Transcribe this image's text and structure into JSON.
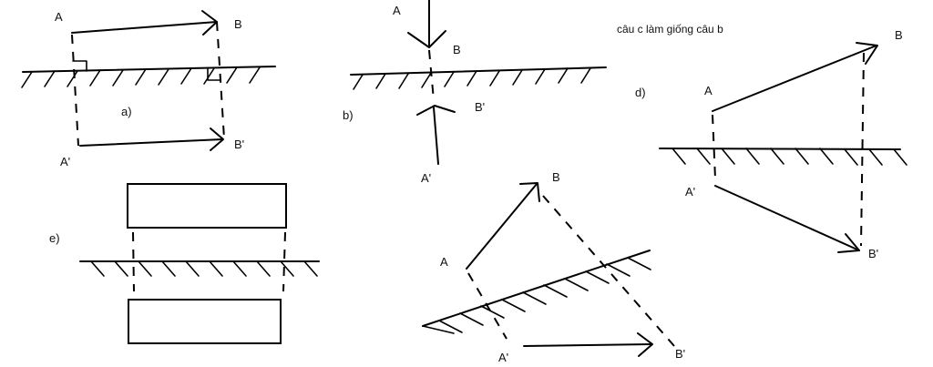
{
  "note": "câu c làm giống câu b",
  "parts": {
    "a": {
      "label": "a)",
      "A": "A",
      "B": "B",
      "A_img": "A'",
      "B_img": "B'"
    },
    "b": {
      "label": "b)",
      "A": "A",
      "B": "B",
      "A_img": "A'",
      "B_img": "B'"
    },
    "c": {
      "A": "A",
      "B": "B",
      "A_img": "A'",
      "B_img": "B'"
    },
    "d": {
      "label": "d)",
      "A": "A",
      "B": "B",
      "A_img": "A'",
      "B_img": "B'"
    },
    "e": {
      "label": "e)"
    }
  }
}
